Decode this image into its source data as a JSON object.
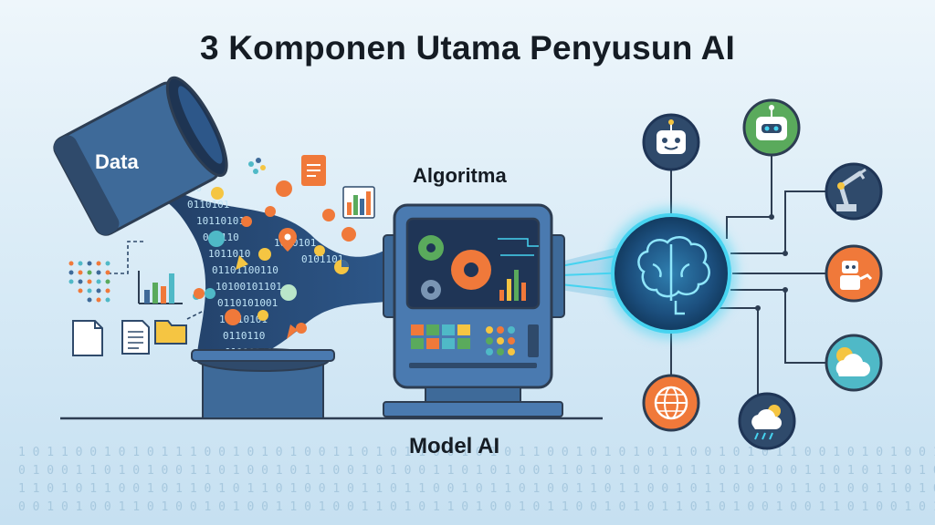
{
  "title": "3 Komponen Utama Penyusun AI",
  "labels": {
    "data": "Data",
    "algorithm": "Algoritma",
    "model": "Model AI"
  },
  "binary_stream_text": "01011010011010010110",
  "colors": {
    "navy": "#2f4a6b",
    "steel": "#3e6a99",
    "orange": "#f0793a",
    "green": "#5aaa5c",
    "teal": "#4fb9c7",
    "glow": "#46d3f0",
    "yellow": "#f5c542"
  },
  "icons": {
    "center": "brain-icon",
    "outputs": [
      "chatbot-icon",
      "robot-head-icon",
      "robot-arm-icon",
      "service-robot-icon",
      "cloud-sun-icon",
      "storm-icon",
      "globe-icon"
    ]
  }
}
